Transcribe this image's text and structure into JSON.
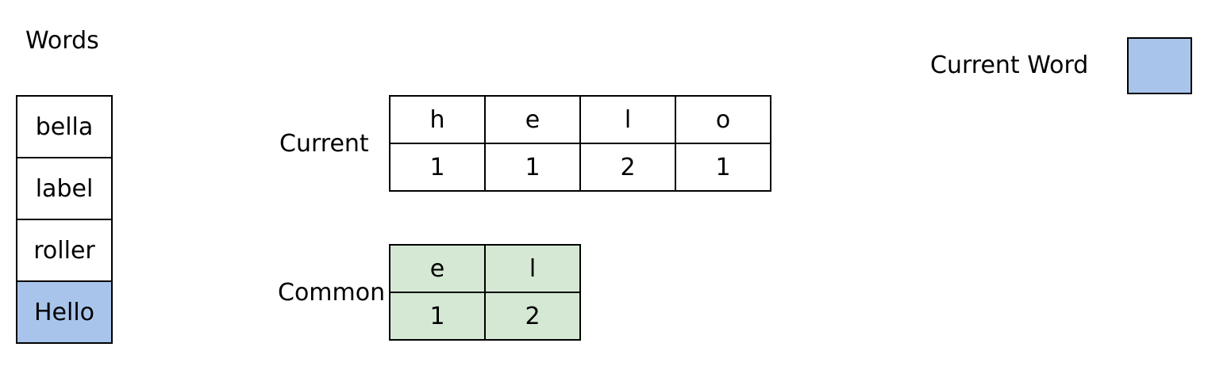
{
  "words": {
    "title": "Words",
    "items": [
      {
        "label": "bella",
        "active": false
      },
      {
        "label": "label",
        "active": false
      },
      {
        "label": "roller",
        "active": false
      },
      {
        "label": "Hello",
        "active": true
      }
    ]
  },
  "current": {
    "label": "Current",
    "letters": [
      "h",
      "e",
      "l",
      "o"
    ],
    "counts": [
      "1",
      "1",
      "2",
      "1"
    ]
  },
  "common": {
    "label": "Common",
    "letters": [
      "e",
      "l"
    ],
    "counts": [
      "1",
      "2"
    ],
    "fill_color": "#d5e8d4"
  },
  "legend": {
    "label": "Current Word",
    "swatch_color": "#a9c4eb"
  }
}
